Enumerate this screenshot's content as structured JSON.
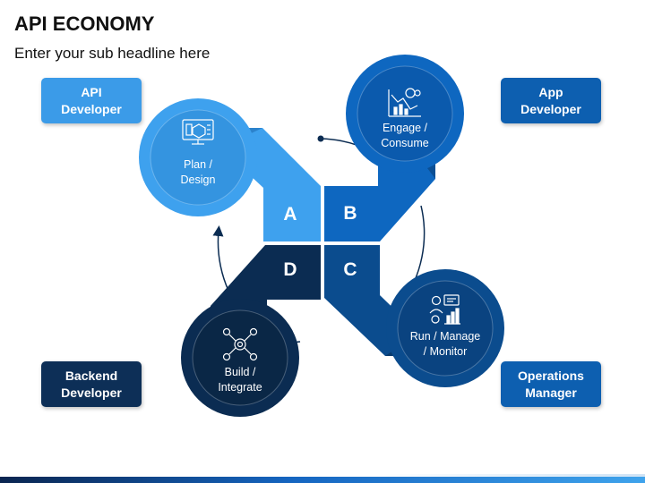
{
  "header": {
    "title": "API ECONOMY",
    "subtitle": "Enter your sub headline here"
  },
  "roles": {
    "api_developer": {
      "line1": "API",
      "line2": "Developer",
      "color": "#3b9be8"
    },
    "app_developer": {
      "line1": "App",
      "line2": "Developer",
      "color": "#0d5fb0"
    },
    "backend_developer": {
      "line1": "Backend",
      "line2": "Developer",
      "color": "#0d2f57"
    },
    "operations_manager": {
      "line1": "Operations",
      "line2": "Manager",
      "color": "#0d5fb0"
    }
  },
  "stages": {
    "a": {
      "letter": "A",
      "line1": "Plan /",
      "line2": "Design",
      "icon": "monitor-design-icon",
      "color": "#3ea1ee"
    },
    "b": {
      "letter": "B",
      "line1": "Engage /",
      "line2": "Consume",
      "icon": "chart-analytics-icon",
      "color": "#0e67c0"
    },
    "c": {
      "letter": "C",
      "line1": "Run / Manage",
      "line2": "/ Monitor",
      "icon": "team-dashboard-icon",
      "color": "#0b4c8e"
    },
    "d": {
      "letter": "D",
      "line1": "Build /",
      "line2": "Integrate",
      "icon": "network-gear-icon",
      "color": "#0b2c52"
    }
  },
  "colors": {
    "cycle_line": "#0b2c52"
  }
}
